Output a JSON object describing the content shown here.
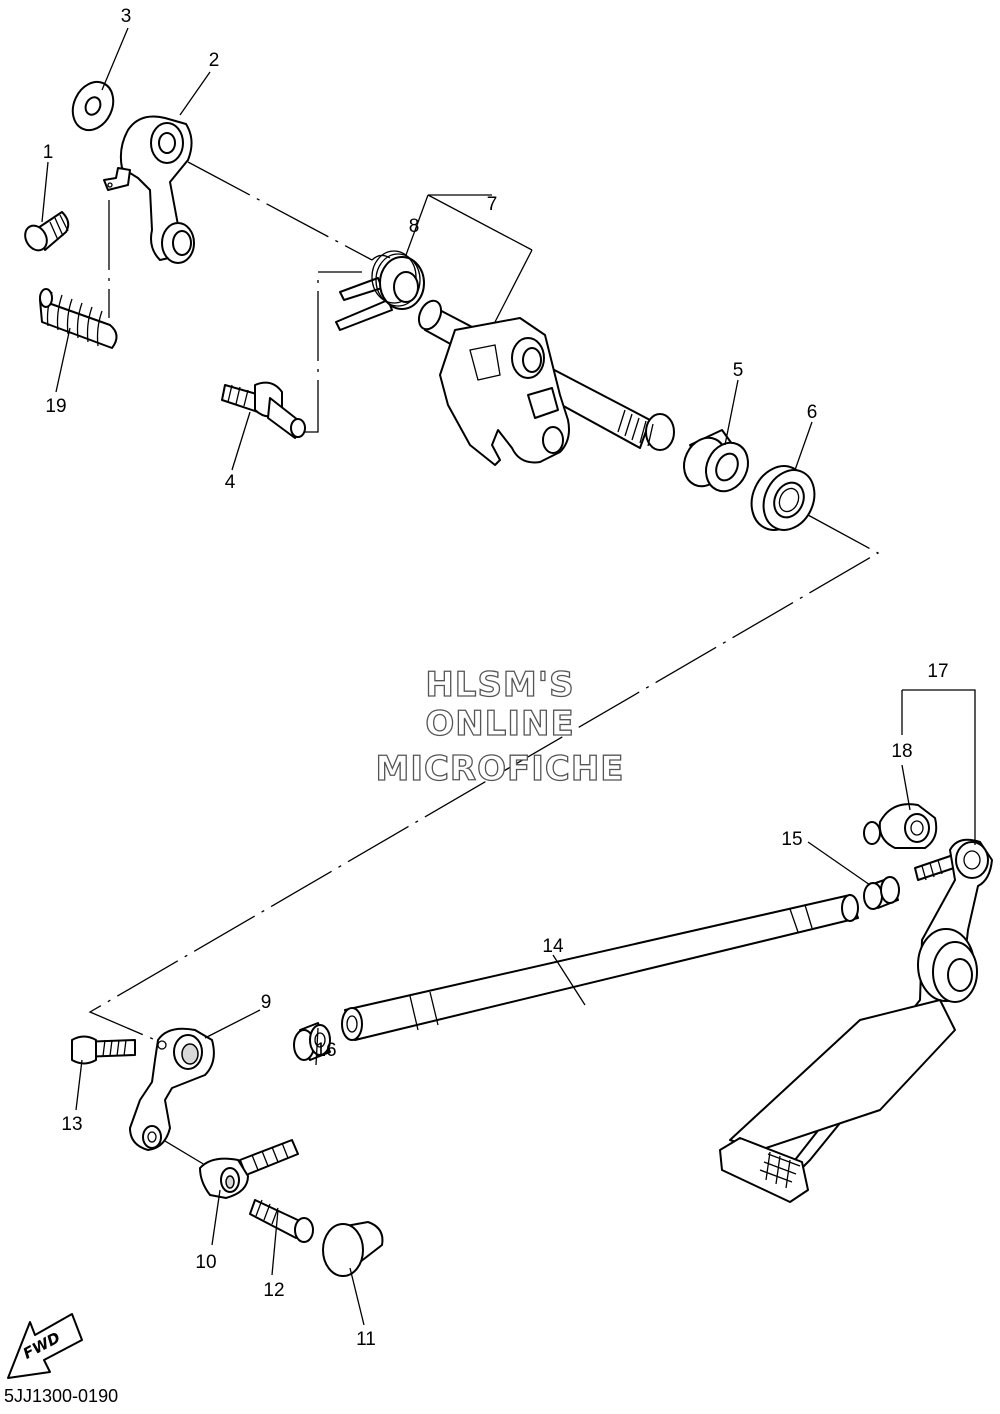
{
  "diagram_code": "5JJ1300-0190",
  "watermark": [
    "HLSM'S",
    "ONLINE",
    "MICROFICHE"
  ],
  "fwd_label": "FWD",
  "callouts": [
    {
      "id": "1",
      "label": "1"
    },
    {
      "id": "2",
      "label": "2"
    },
    {
      "id": "3",
      "label": "3"
    },
    {
      "id": "4",
      "label": "4"
    },
    {
      "id": "5",
      "label": "5"
    },
    {
      "id": "6",
      "label": "6"
    },
    {
      "id": "7",
      "label": "7"
    },
    {
      "id": "8",
      "label": "8"
    },
    {
      "id": "9",
      "label": "9"
    },
    {
      "id": "10",
      "label": "10"
    },
    {
      "id": "11",
      "label": "11"
    },
    {
      "id": "12",
      "label": "12"
    },
    {
      "id": "13",
      "label": "13"
    },
    {
      "id": "14",
      "label": "14"
    },
    {
      "id": "15",
      "label": "15"
    },
    {
      "id": "16",
      "label": "16"
    },
    {
      "id": "17",
      "label": "17"
    },
    {
      "id": "18",
      "label": "18"
    },
    {
      "id": "19",
      "label": "19"
    }
  ]
}
